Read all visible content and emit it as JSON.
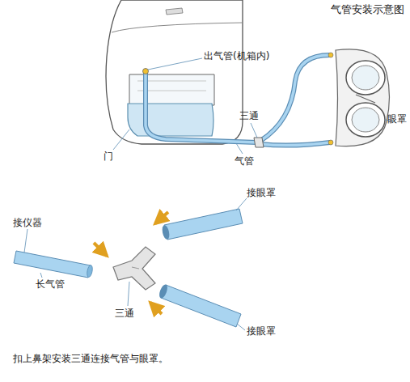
{
  "diagram": {
    "title": "气管安装示意图",
    "caption": "扣上鼻架安装三通连接气管与眼罩。",
    "labels": [
      "出气管(机箱内)",
      "门",
      "三通",
      "气管",
      "眼罩",
      "接眼罩",
      "接仪器",
      "长气管",
      "三通",
      "接眼罩"
    ]
  }
}
